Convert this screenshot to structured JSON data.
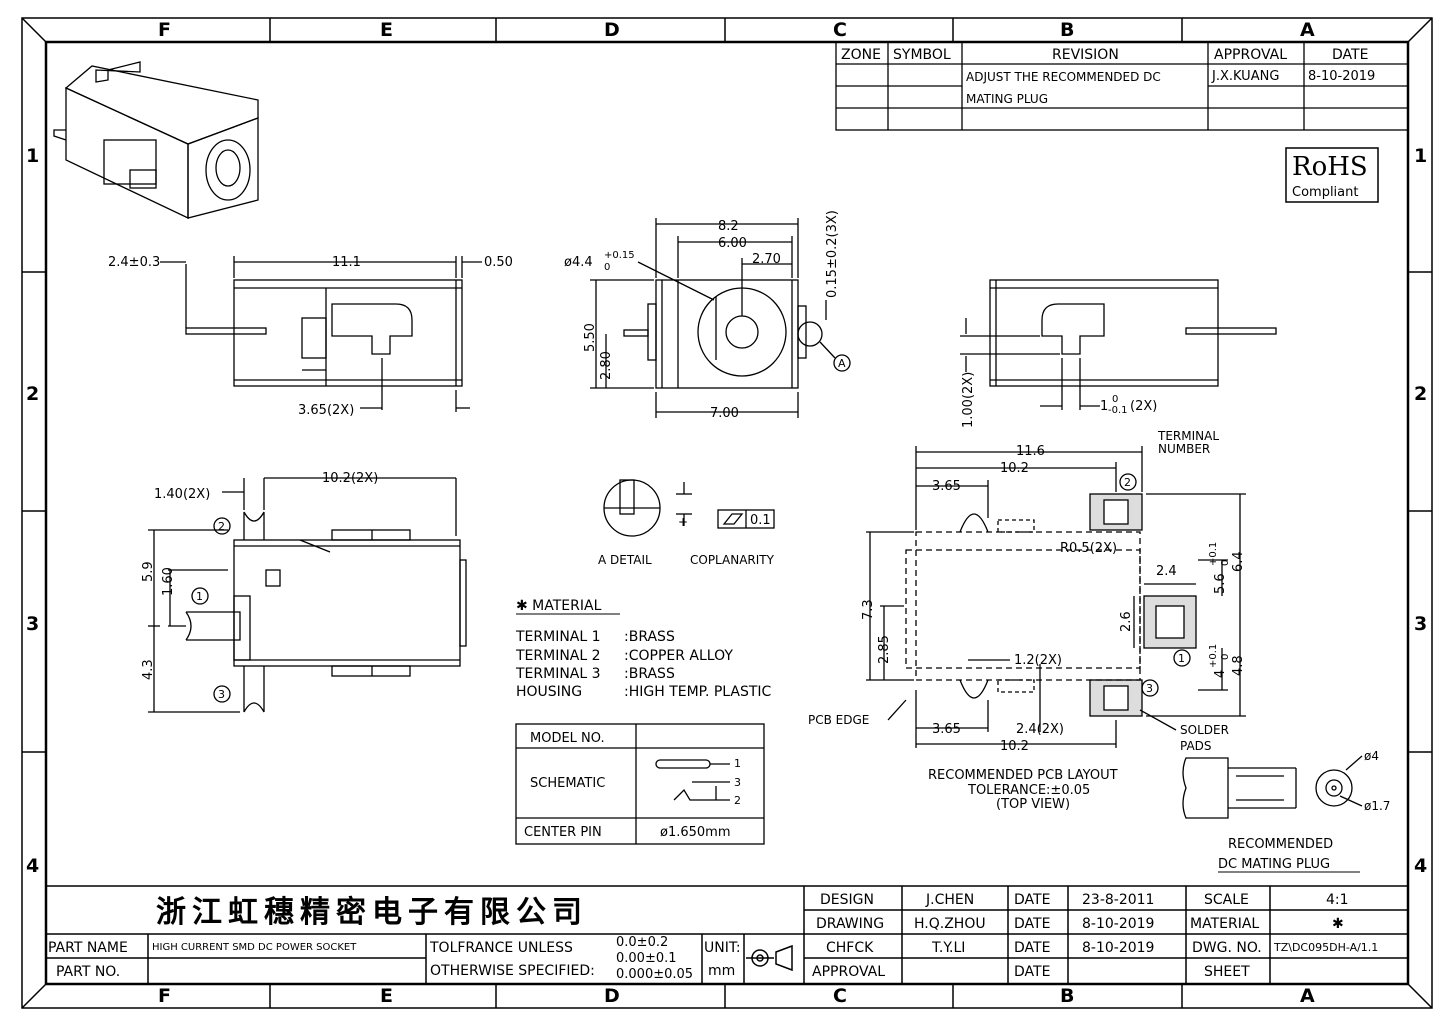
{
  "zones": {
    "columns": [
      "F",
      "E",
      "D",
      "C",
      "B",
      "A"
    ],
    "rows": [
      "1",
      "2",
      "3",
      "4"
    ]
  },
  "revision_block": {
    "headers": {
      "zone": "ZONE",
      "symbol": "SYMBOL",
      "revision": "REVISION",
      "approval": "APPROVAL",
      "date": "DATE"
    },
    "revision_line1": "ADJUST THE RECOMMENDED DC",
    "revision_line2": "MATING PLUG",
    "approval": "J.X.KUANG",
    "date": "8-10-2019"
  },
  "rohs": {
    "title": "RoHS",
    "subtitle": "Compliant"
  },
  "dims": {
    "side_left": {
      "d2_4": "2.4±0.3",
      "d11_1": "11.1",
      "d0_50": "0.50",
      "d3_65": "3.65(2X)"
    },
    "front": {
      "d8_2": "8.2",
      "d6_00": "6.00",
      "d2_70": "2.70",
      "d4_4": "ø4.4",
      "d4_4_tol_top": "+0.15",
      "d4_4_tol_bot": "0",
      "d0_15": "0.15±0.2(3X)",
      "d5_50": "5.50",
      "d2_80": "2.80",
      "d7_00": "7.00",
      "datum": "A"
    },
    "side_right": {
      "d1_00": "1.00(2X)",
      "d1": "1",
      "d1_tol_top": "0",
      "d1_tol_bot": "-0.1",
      "d1_suffix": "(2X)"
    },
    "top_view": {
      "d1_40": "1.40(2X)",
      "d10_2": "10.2(2X)",
      "d5_9": "5.9",
      "d1_60": "1.60",
      "d4_3": "4.3",
      "n1": "1",
      "n2": "2",
      "n3": "3"
    }
  },
  "detail": {
    "label_a": "A DETAIL",
    "label_cop": "COPLANARITY",
    "value": "0.1"
  },
  "material": {
    "title": "✱ MATERIAL",
    "rows": [
      {
        "name": "TERMINAL 1",
        "value": ":BRASS"
      },
      {
        "name": "TERMINAL 2",
        "value": ":COPPER ALLOY"
      },
      {
        "name": "TERMINAL 3",
        "value": ":BRASS"
      },
      {
        "name": "HOUSING",
        "value": ":HIGH TEMP. PLASTIC"
      }
    ]
  },
  "model_table": {
    "model_no": "MODEL NO.",
    "schematic": "SCHEMATIC",
    "center_pin": "CENTER PIN",
    "center_pin_value": "ø1.650mm",
    "pins": [
      "1",
      "3",
      "2"
    ]
  },
  "pcb_layout": {
    "terminal_number_line1": "TERMINAL",
    "terminal_number_line2": "NUMBER",
    "d11_6": "11.6",
    "d10_2_top": "10.2",
    "d3_65_top": "3.65",
    "r0_5": "R0.5(2X)",
    "d2_4": "2.4",
    "d5_6": "5.6",
    "d5_6_tol_top": "+0.1",
    "d5_6_tol_bot": "0",
    "d6_4": "6.4",
    "d7_3": "7.3",
    "d2_85": "2.85",
    "d2_6": "2.6",
    "d1_2": "1.2(2X)",
    "d4": "4",
    "d4_tol_top": "+0.1",
    "d4_tol_bot": "0",
    "d4_8": "4.8",
    "d3_65_bot": "3.65",
    "d2_4_2x": "2.4(2X)",
    "d10_2_bot": "10.2",
    "pcb_edge": "PCB EDGE",
    "solder_pads_line1": "SOLDER",
    "solder_pads_line2": "PADS",
    "n1": "1",
    "n2": "2",
    "n3": "3",
    "caption1": "RECOMMENDED PCB LAYOUT",
    "caption2": "TOLERANCE:±0.05",
    "caption3": "(TOP VIEW)"
  },
  "mating_plug": {
    "d4": "ø4",
    "d1_7": "ø1.7",
    "caption1": "RECOMMENDED",
    "caption2": "DC MATING PLUG"
  },
  "title_block": {
    "company": "浙江虹穗精密电子有限公司",
    "part_name_label": "PART NAME",
    "part_name": "HIGH CURRENT SMD DC POWER SOCKET",
    "part_no_label": "PART NO.",
    "tol_line1": "TOLFRANCE UNLESS",
    "tol_line2": "OTHERWISE SPECIFIED:",
    "tol_v1": "0.0±0.2",
    "tol_v2": "0.00±0.1",
    "tol_v3": "0.000±0.05",
    "unit_label": "UNIT:",
    "unit_value": "mm",
    "roles": [
      "DESIGN",
      "DRAWING",
      "CHFCK",
      "APPROVAL"
    ],
    "names": [
      "J.CHEN",
      "H.Q.ZHOU",
      "T.Y.LI",
      ""
    ],
    "date_label": "DATE",
    "dates": [
      "23-8-2011",
      "8-10-2019",
      "8-10-2019",
      ""
    ],
    "scale_label": "SCALE",
    "scale": "4:1",
    "material_label": "MATERIAL",
    "material": "✱",
    "dwg_label": "DWG. NO.",
    "dwg": "TZ\\DC095DH-A/1.1",
    "sheet_label": "SHEET",
    "sheet": ""
  }
}
